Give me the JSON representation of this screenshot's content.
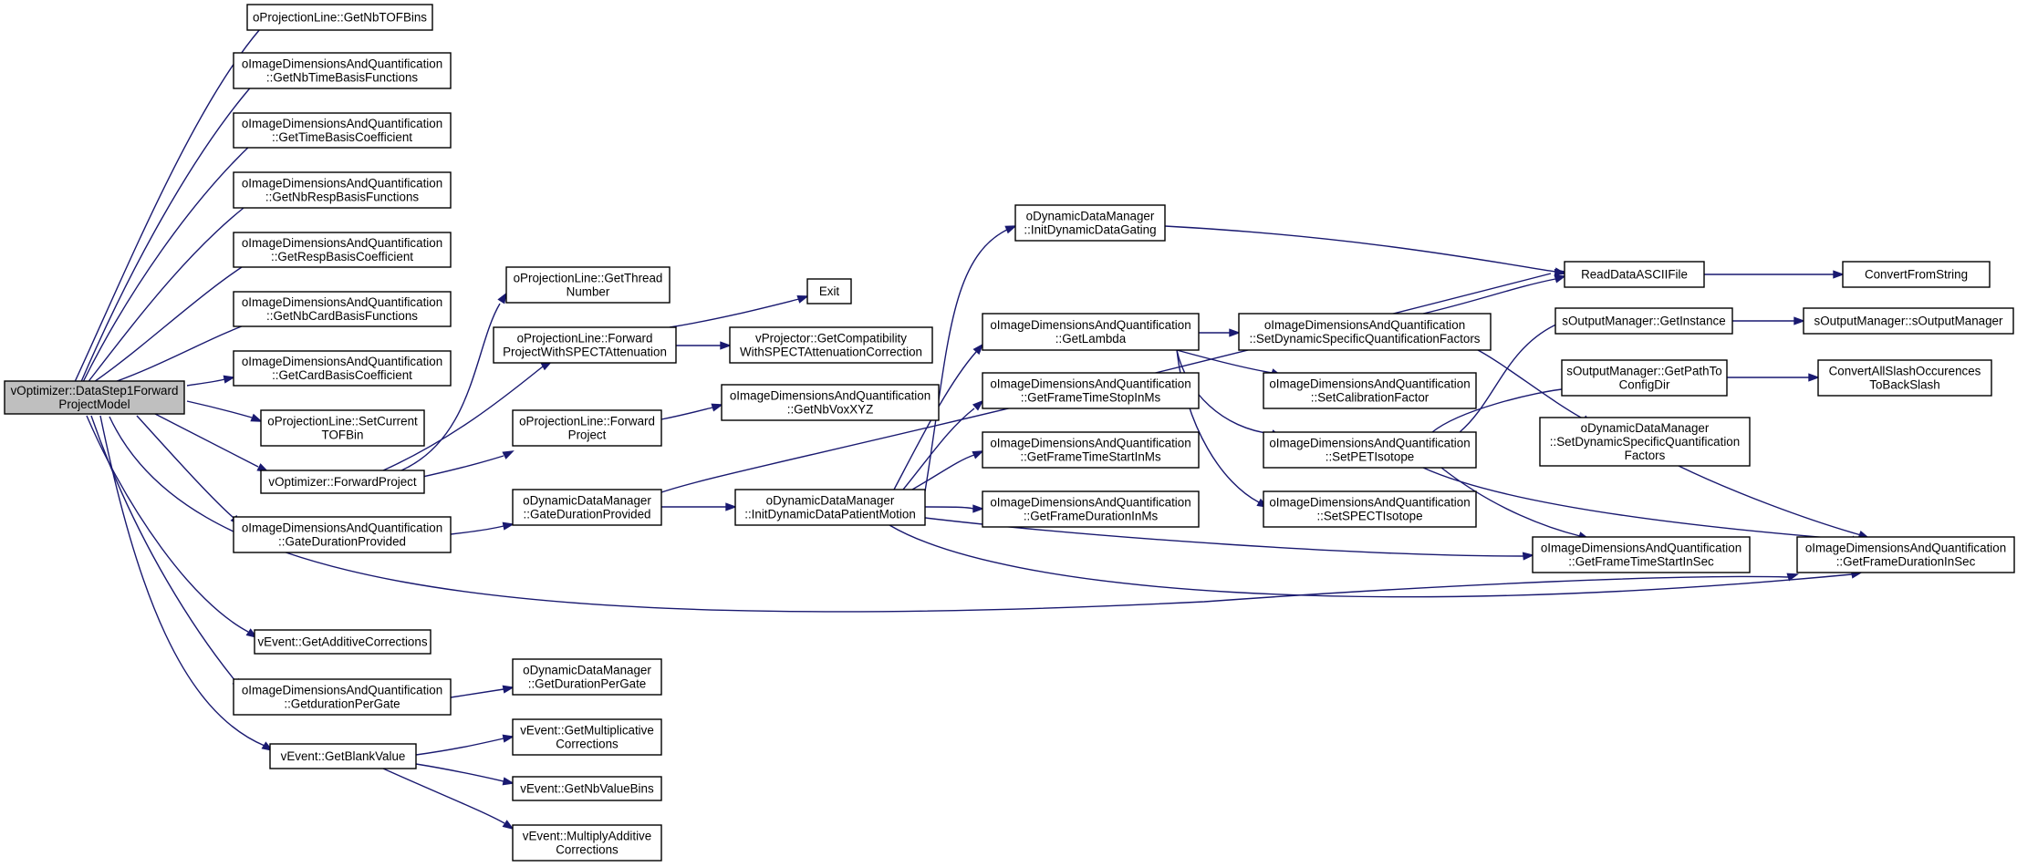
{
  "diagram": {
    "nodes": [
      {
        "id": "root",
        "lines": [
          "vOptimizer::DataStep1Forward",
          "ProjectModel"
        ],
        "root": true
      },
      {
        "id": "n1",
        "lines": [
          "oProjectionLine::GetNbTOFBins"
        ]
      },
      {
        "id": "n2",
        "lines": [
          "oImageDimensionsAndQuantification",
          "::GetNbTimeBasisFunctions"
        ]
      },
      {
        "id": "n3",
        "lines": [
          "oImageDimensionsAndQuantification",
          "::GetTimeBasisCoefficient"
        ]
      },
      {
        "id": "n4",
        "lines": [
          "oImageDimensionsAndQuantification",
          "::GetNbRespBasisFunctions"
        ]
      },
      {
        "id": "n5",
        "lines": [
          "oImageDimensionsAndQuantification",
          "::GetRespBasisCoefficient"
        ]
      },
      {
        "id": "n6",
        "lines": [
          "oImageDimensionsAndQuantification",
          "::GetNbCardBasisFunctions"
        ]
      },
      {
        "id": "n7",
        "lines": [
          "oImageDimensionsAndQuantification",
          "::GetCardBasisCoefficient"
        ]
      },
      {
        "id": "n8",
        "lines": [
          "oProjectionLine::SetCurrent",
          "TOFBin"
        ]
      },
      {
        "id": "fwdproj",
        "lines": [
          "vOptimizer::ForwardProject"
        ]
      },
      {
        "id": "gatedur",
        "lines": [
          "oImageDimensionsAndQuantification",
          "::GateDurationProvided"
        ]
      },
      {
        "id": "addcorr",
        "lines": [
          "vEvent::GetAdditiveCorrections"
        ]
      },
      {
        "id": "durpergate",
        "lines": [
          "oImageDimensionsAndQuantification",
          "::GetdurationPerGate"
        ]
      },
      {
        "id": "blank",
        "lines": [
          "vEvent::GetBlankValue"
        ]
      },
      {
        "id": "thread",
        "lines": [
          "oProjectionLine::GetThread",
          "Number"
        ]
      },
      {
        "id": "fpspect",
        "lines": [
          "oProjectionLine::Forward",
          "ProjectWithSPECTAttenuation"
        ]
      },
      {
        "id": "fp",
        "lines": [
          "oProjectionLine::Forward",
          "Project"
        ]
      },
      {
        "id": "ddmgate",
        "lines": [
          "oDynamicDataManager",
          "::GateDurationProvided"
        ]
      },
      {
        "id": "ddmdur",
        "lines": [
          "oDynamicDataManager",
          "::GetDurationPerGate"
        ]
      },
      {
        "id": "multcorr",
        "lines": [
          "vEvent::GetMultiplicative",
          "Corrections"
        ]
      },
      {
        "id": "nbvalbins",
        "lines": [
          "vEvent::GetNbValueBins"
        ]
      },
      {
        "id": "multadd",
        "lines": [
          "vEvent::MultiplyAdditive",
          "Corrections"
        ]
      },
      {
        "id": "exit",
        "lines": [
          "Exit"
        ]
      },
      {
        "id": "compat",
        "lines": [
          "vProjector::GetCompatibility",
          "WithSPECTAttenuationCorrection"
        ]
      },
      {
        "id": "nbvox",
        "lines": [
          "oImageDimensionsAndQuantification",
          "::GetNbVoxXYZ"
        ]
      },
      {
        "id": "initpm",
        "lines": [
          "oDynamicDataManager",
          "::InitDynamicDataPatientMotion"
        ]
      },
      {
        "id": "initgating",
        "lines": [
          "oDynamicDataManager",
          "::InitDynamicDataGating"
        ]
      },
      {
        "id": "lambda",
        "lines": [
          "oImageDimensionsAndQuantification",
          "::GetLambda"
        ]
      },
      {
        "id": "ftstopms",
        "lines": [
          "oImageDimensionsAndQuantification",
          "::GetFrameTimeStopInMs"
        ]
      },
      {
        "id": "ftstartms",
        "lines": [
          "oImageDimensionsAndQuantification",
          "::GetFrameTimeStartInMs"
        ]
      },
      {
        "id": "fdurms",
        "lines": [
          "oImageDimensionsAndQuantification",
          "::GetFrameDurationInMs"
        ]
      },
      {
        "id": "setdynq",
        "lines": [
          "oImageDimensionsAndQuantification",
          "::SetDynamicSpecificQuantificationFactors"
        ]
      },
      {
        "id": "setcal",
        "lines": [
          "oImageDimensionsAndQuantification",
          "::SetCalibrationFactor"
        ]
      },
      {
        "id": "setpet",
        "lines": [
          "oImageDimensionsAndQuantification",
          "::SetPETIsotope"
        ]
      },
      {
        "id": "setspect",
        "lines": [
          "oImageDimensionsAndQuantification",
          "::SetSPECTIsotope"
        ]
      },
      {
        "id": "readascii",
        "lines": [
          "ReadDataASCIIFile"
        ]
      },
      {
        "id": "getinst",
        "lines": [
          "sOutputManager::GetInstance"
        ]
      },
      {
        "id": "cfgdir",
        "lines": [
          "sOutputManager::GetPathTo",
          "ConfigDir"
        ]
      },
      {
        "id": "ddmsetdynq",
        "lines": [
          "oDynamicDataManager",
          "::SetDynamicSpecificQuantification",
          "Factors"
        ]
      },
      {
        "id": "ftstartsec",
        "lines": [
          "oImageDimensionsAndQuantification",
          "::GetFrameTimeStartInSec"
        ]
      },
      {
        "id": "convfromstr",
        "lines": [
          "ConvertFromString"
        ]
      },
      {
        "id": "somctor",
        "lines": [
          "sOutputManager::sOutputManager"
        ]
      },
      {
        "id": "convslash",
        "lines": [
          "ConvertAllSlashOccurences",
          "ToBackSlash"
        ]
      },
      {
        "id": "fdursec",
        "lines": [
          "oImageDimensionsAndQuantification",
          "::GetFrameDurationInSec"
        ]
      }
    ]
  }
}
